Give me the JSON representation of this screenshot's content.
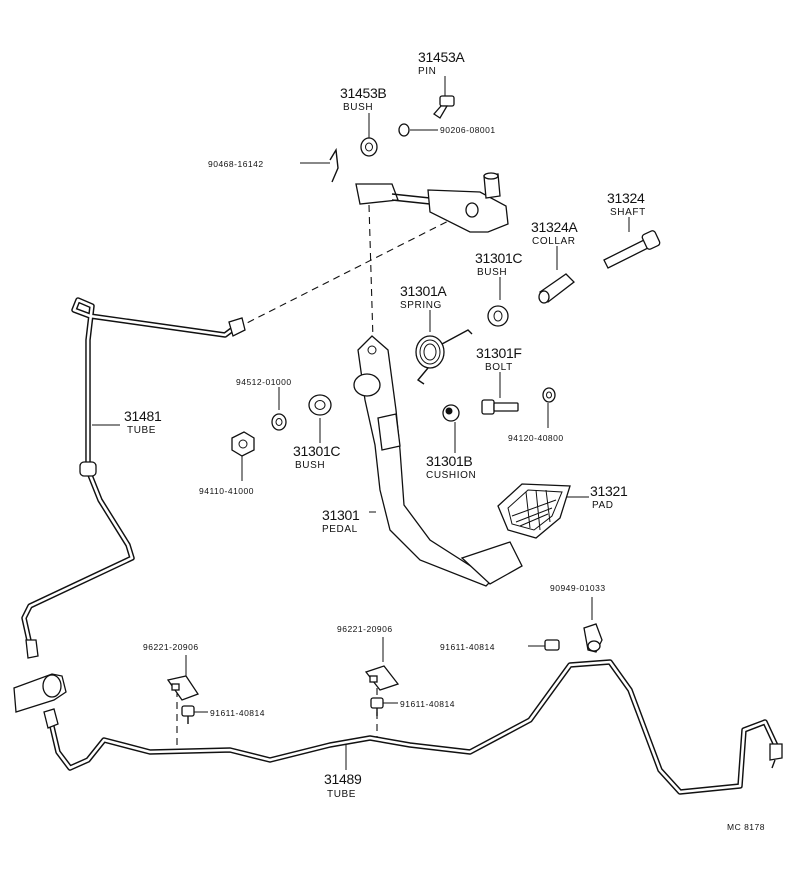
{
  "parts": [
    {
      "number": "31453A",
      "name": "PIN"
    },
    {
      "number": "31453B",
      "name": "BUSH"
    },
    {
      "number": "90206-08001",
      "name": ""
    },
    {
      "number": "90468-16142",
      "name": ""
    },
    {
      "number": "31324",
      "name": "SHAFT"
    },
    {
      "number": "31324A",
      "name": "COLLAR"
    },
    {
      "number": "31301C",
      "name": "BUSH"
    },
    {
      "number": "31301A",
      "name": "SPRING"
    },
    {
      "number": "31301F",
      "name": "BOLT"
    },
    {
      "number": "94512-01000",
      "name": ""
    },
    {
      "number": "94120-40800",
      "name": ""
    },
    {
      "number": "31481",
      "name": "TUBE"
    },
    {
      "number": "31301C",
      "name": "BUSH"
    },
    {
      "number": "31301B",
      "name": "CUSHION"
    },
    {
      "number": "94110-41000",
      "name": ""
    },
    {
      "number": "31321",
      "name": "PAD"
    },
    {
      "number": "31301",
      "name": "PEDAL"
    },
    {
      "number": "90949-01033",
      "name": ""
    },
    {
      "number": "96221-20906",
      "name": ""
    },
    {
      "number": "96221-20906",
      "name": ""
    },
    {
      "number": "91611-40814",
      "name": ""
    },
    {
      "number": "91611-40814",
      "name": ""
    },
    {
      "number": "91611-40814",
      "name": ""
    },
    {
      "number": "31489",
      "name": "TUBE"
    }
  ],
  "drawing_code": "MC 8178"
}
